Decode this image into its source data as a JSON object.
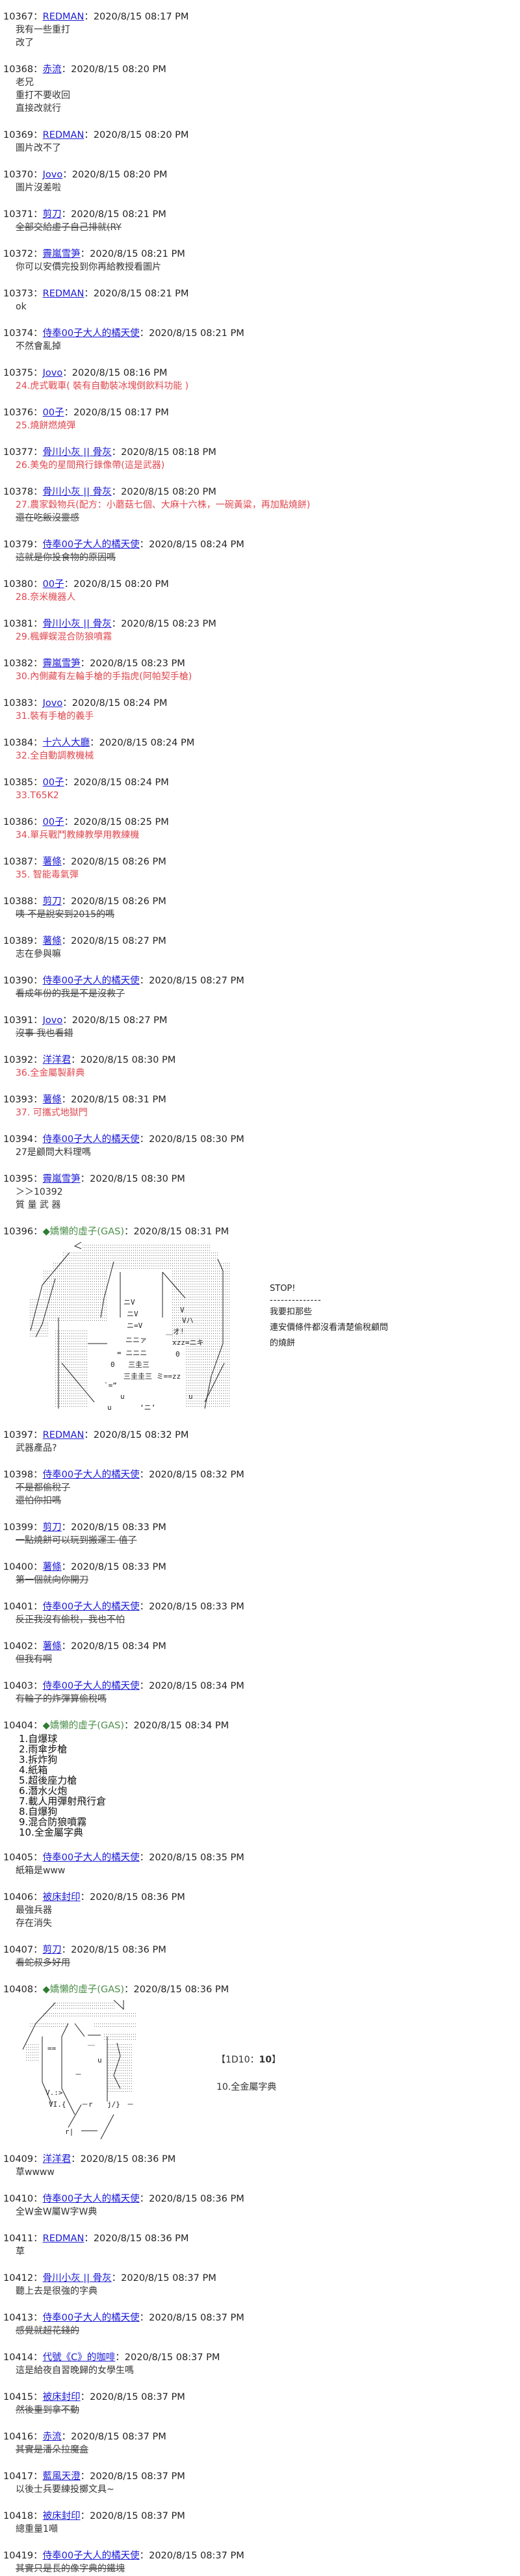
{
  "thread": {
    "posts": [
      {
        "no": "10367",
        "author": "REDMAN",
        "time": "2020/8/15 08:17 PM",
        "lines": [
          {
            "t": "我有一些重打"
          },
          {
            "t": "改了"
          }
        ]
      },
      {
        "no": "10368",
        "author": "赤流",
        "time": "2020/8/15 08:20 PM",
        "lines": [
          {
            "t": "老兄"
          },
          {
            "t": "重打不要收回"
          },
          {
            "t": "直接改就行"
          }
        ]
      },
      {
        "no": "10369",
        "author": "REDMAN",
        "time": "2020/8/15 08:20 PM",
        "lines": [
          {
            "t": "圖片改不了"
          }
        ]
      },
      {
        "no": "10370",
        "author": "Jovo",
        "time": "2020/8/15 08:20 PM",
        "lines": [
          {
            "t": "圖片沒差啦"
          }
        ]
      },
      {
        "no": "10371",
        "author": "剪刀",
        "time": "2020/8/15 08:21 PM",
        "lines": [
          {
            "t": "全部交給虛子自己排就(RY",
            "s": "del"
          }
        ]
      },
      {
        "no": "10372",
        "author": "霽嵐雪笋",
        "time": "2020/8/15 08:21 PM",
        "lines": [
          {
            "t": "你可以安價完投到你再給教授看圖片"
          }
        ]
      },
      {
        "no": "10373",
        "author": "REDMAN",
        "time": "2020/8/15 08:21 PM",
        "lines": [
          {
            "t": "ok"
          }
        ]
      },
      {
        "no": "10374",
        "author": "侍奉00子大人的橘天使",
        "time": "2020/8/15 08:21 PM",
        "lines": [
          {
            "t": "不然會亂掉"
          }
        ]
      },
      {
        "no": "10375",
        "author": "Jovo",
        "time": "2020/8/15 08:16 PM",
        "lines": [
          {
            "t": "24.虎式戰車( 裝有自動裝冰塊倒飲料功能 )",
            "s": "red"
          }
        ]
      },
      {
        "no": "10376",
        "author": "00子",
        "time": "2020/8/15 08:17 PM",
        "lines": [
          {
            "t": "25.燒餅燃燒彈",
            "s": "red"
          }
        ]
      },
      {
        "no": "10377",
        "author": "骨川小灰 || 骨灰",
        "time": "2020/8/15 08:18 PM",
        "lines": [
          {
            "t": "26.美兔的星間飛行錄像帶(這是武器)",
            "s": "red"
          }
        ]
      },
      {
        "no": "10378",
        "author": "骨川小灰 || 骨灰",
        "time": "2020/8/15 08:20 PM",
        "lines": [
          {
            "t": "27.農家穀物兵(配方：小蘑菇七個、大麻十六株，一碗黃粱，再加點燒餅)",
            "s": "red"
          },
          {
            "t": "還在吃飯沒靈感",
            "s": "del"
          }
        ]
      },
      {
        "no": "10379",
        "author": "侍奉00子大人的橘天使",
        "time": "2020/8/15 08:24 PM",
        "lines": [
          {
            "t": "這就是你投食物的原因嗎",
            "s": "del"
          }
        ]
      },
      {
        "no": "10380",
        "author": "00子",
        "time": "2020/8/15 08:20 PM",
        "lines": [
          {
            "t": "28.奈米機器人",
            "s": "red"
          }
        ]
      },
      {
        "no": "10381",
        "author": "骨川小灰 || 骨灰",
        "time": "2020/8/15 08:23 PM",
        "lines": [
          {
            "t": "29.楓蟬蜈混合防狼噴霧",
            "s": "red"
          }
        ]
      },
      {
        "no": "10382",
        "author": "霽嵐雪笋",
        "time": "2020/8/15 08:23 PM",
        "lines": [
          {
            "t": "30.內側藏有左輪手槍的手指虎(阿帕契手槍)",
            "s": "red"
          }
        ]
      },
      {
        "no": "10383",
        "author": "Jovo",
        "time": "2020/8/15 08:24 PM",
        "lines": [
          {
            "t": "31.裝有手槍的義手",
            "s": "red"
          }
        ]
      },
      {
        "no": "10384",
        "author": "十六人大廳",
        "time": "2020/8/15 08:24 PM",
        "lines": [
          {
            "t": "32.全自動調教機械",
            "s": "red"
          }
        ]
      },
      {
        "no": "10385",
        "author": "00子",
        "time": "2020/8/15 08:24 PM",
        "lines": [
          {
            "t": "33.T65K2",
            "s": "red"
          }
        ]
      },
      {
        "no": "10386",
        "author": "00子",
        "time": "2020/8/15 08:25 PM",
        "lines": [
          {
            "t": "34.單兵戰鬥教練教學用教練機",
            "s": "red"
          }
        ]
      },
      {
        "no": "10387",
        "author": "薯條",
        "time": "2020/8/15 08:26 PM",
        "lines": [
          {
            "t": "35. 智能毒氣彈",
            "s": "red"
          }
        ]
      },
      {
        "no": "10388",
        "author": "剪刀",
        "time": "2020/8/15 08:26 PM",
        "lines": [
          {
            "t": "咦 不是說安到2015的嗎",
            "s": "del"
          }
        ]
      },
      {
        "no": "10389",
        "author": "薯條",
        "time": "2020/8/15 08:27 PM",
        "lines": [
          {
            "t": "志在參與嘛"
          }
        ]
      },
      {
        "no": "10390",
        "author": "侍奉00子大人的橘天使",
        "time": "2020/8/15 08:27 PM",
        "lines": [
          {
            "t": "看成年份的我是不是沒救了",
            "s": "del"
          }
        ]
      },
      {
        "no": "10391",
        "author": "Jovo",
        "time": "2020/8/15 08:27 PM",
        "lines": [
          {
            "t": "沒事 我也看錯",
            "s": "del"
          }
        ]
      },
      {
        "no": "10392",
        "author": "洋洋君",
        "time": "2020/8/15 08:30 PM",
        "lines": [
          {
            "t": "36.全金屬製辭典",
            "s": "red"
          }
        ]
      },
      {
        "no": "10393",
        "author": "薯條",
        "time": "2020/8/15 08:31 PM",
        "lines": [
          {
            "t": "37. 可攜式地獄門",
            "s": "red"
          }
        ]
      },
      {
        "no": "10394",
        "author": "侍奉00子大人的橘天使",
        "time": "2020/8/15 08:30 PM",
        "lines": [
          {
            "t": "27是顧問大料理嗎"
          }
        ]
      },
      {
        "no": "10395",
        "author": "霽嵐雪笋",
        "time": "2020/8/15 08:30 PM",
        "lines": [
          {
            "t": "＞＞10392"
          },
          {
            "t": "質 量 武 器"
          }
        ]
      }
    ],
    "gm_post_1": {
      "no": "10396",
      "author": "◆嬌懶的虛子(GAS)",
      "author_mark": "◆",
      "author_name": "嬌懶的虛子(GAS)",
      "time": "2020/8/15 08:31 PM",
      "side_text": {
        "title": "STOP!",
        "dashes": "--------------",
        "lines": [
          "我要扣那些",
          "連安價條件都沒看清楚偷稅顧問",
          "的燒餅"
        ]
      }
    },
    "posts_2": [
      {
        "no": "10397",
        "author": "REDMAN",
        "time": "2020/8/15 08:32 PM",
        "lines": [
          {
            "t": "武器產品?"
          }
        ]
      },
      {
        "no": "10398",
        "author": "侍奉00子大人的橘天使",
        "time": "2020/8/15 08:32 PM",
        "lines": [
          {
            "t": "不是都偷稅了",
            "s": "del"
          },
          {
            "t": "還怕你扣嗎",
            "s": "del"
          }
        ]
      },
      {
        "no": "10399",
        "author": "剪刀",
        "time": "2020/8/15 08:33 PM",
        "lines": [
          {
            "t": "一點燒餅可以玩到搬運工 值了",
            "s": "del"
          }
        ]
      },
      {
        "no": "10400",
        "author": "薯條",
        "time": "2020/8/15 08:33 PM",
        "lines": [
          {
            "t": "第一個就向你開刀",
            "s": "del"
          }
        ]
      },
      {
        "no": "10401",
        "author": "侍奉00子大人的橘天使",
        "time": "2020/8/15 08:33 PM",
        "lines": [
          {
            "t": "反正我沒有偷稅，我也不怕",
            "s": "del"
          }
        ]
      },
      {
        "no": "10402",
        "author": "薯條",
        "time": "2020/8/15 08:34 PM",
        "lines": [
          {
            "t": "但我有啊",
            "s": "del"
          }
        ]
      },
      {
        "no": "10403",
        "author": "侍奉00子大人的橘天使",
        "time": "2020/8/15 08:34 PM",
        "lines": [
          {
            "t": "有輪子的炸彈算偷稅嗎",
            "s": "del"
          }
        ]
      }
    ],
    "gm_post_2": {
      "no": "10404",
      "author_mark": "◆",
      "author_name": "嬌懶的虛子(GAS)",
      "time": "2020/8/15 08:34 PM",
      "list": [
        "1.自爆球",
        "2.雨傘步槍",
        "3.拆炸狗",
        "4.紙箱",
        "5.超後座力槍",
        "6.潛水火炮",
        "7.載人用彈射飛行倉",
        "8.自爆狗",
        "9.混合防狼噴霧",
        "10.全金屬字典"
      ]
    },
    "posts_3": [
      {
        "no": "10405",
        "author": "侍奉00子大人的橘天使",
        "time": "2020/8/15 08:35 PM",
        "lines": [
          {
            "t": "紙箱是www"
          }
        ]
      },
      {
        "no": "10406",
        "author": "被床封印",
        "time": "2020/8/15 08:36 PM",
        "lines": [
          {
            "t": "最強兵器"
          },
          {
            "t": "存在消失"
          }
        ]
      },
      {
        "no": "10407",
        "author": "剪刀",
        "time": "2020/8/15 08:36 PM",
        "lines": [
          {
            "t": "看蛇叔多好用",
            "s": "del"
          }
        ]
      }
    ],
    "gm_post_3": {
      "no": "10408",
      "author_mark": "◆",
      "author_name": "嬌懶的虛子(GAS)",
      "time": "2020/8/15 08:36 PM",
      "dice_open": "【1D10：",
      "dice_value": "10",
      "dice_close": "】",
      "result": "10.全金屬字典"
    },
    "posts_4": [
      {
        "no": "10409",
        "author": "洋洋君",
        "time": "2020/8/15 08:36 PM",
        "lines": [
          {
            "t": "草wwww"
          }
        ]
      },
      {
        "no": "10410",
        "author": "侍奉00子大人的橘天使",
        "time": "2020/8/15 08:36 PM",
        "lines": [
          {
            "t": "全W金W屬W字W典"
          }
        ]
      },
      {
        "no": "10411",
        "author": "REDMAN",
        "time": "2020/8/15 08:36 PM",
        "lines": [
          {
            "t": "草"
          }
        ]
      },
      {
        "no": "10412",
        "author": "骨川小灰 || 骨灰",
        "time": "2020/8/15 08:37 PM",
        "lines": [
          {
            "t": "聽上去是很強的字典"
          }
        ]
      },
      {
        "no": "10413",
        "author": "侍奉00子大人的橘天使",
        "time": "2020/8/15 08:37 PM",
        "lines": [
          {
            "t": "感覺就超花錢的",
            "s": "del"
          }
        ]
      },
      {
        "no": "10414",
        "author": "代號《C》的咖啡",
        "time": "2020/8/15 08:37 PM",
        "lines": [
          {
            "t": "這是給夜自習晚歸的女學生嗎"
          }
        ]
      },
      {
        "no": "10415",
        "author": "被床封印",
        "time": "2020/8/15 08:37 PM",
        "lines": [
          {
            "t": "然後重到拿不動",
            "s": "del"
          }
        ]
      },
      {
        "no": "10416",
        "author": "赤流",
        "time": "2020/8/15 08:37 PM",
        "lines": [
          {
            "t": "其實是潘朵拉魔盒",
            "s": "del"
          }
        ]
      },
      {
        "no": "10417",
        "author": "藍風天澄",
        "time": "2020/8/15 08:37 PM",
        "lines": [
          {
            "t": "以後士兵要練投擲文具~"
          }
        ]
      },
      {
        "no": "10418",
        "author": "被床封印",
        "time": "2020/8/15 08:37 PM",
        "lines": [
          {
            "t": "總重量1噸"
          }
        ]
      },
      {
        "no": "10419",
        "author": "侍奉00子大人的橘天使",
        "time": "2020/8/15 08:37 PM",
        "lines": [
          {
            "t": "其實只是長的像字典的鐵塊",
            "s": "del"
          }
        ]
      }
    ],
    "separator": "："
  },
  "colors": {
    "link": "#1a1ad6",
    "gm_name": "#4a8f4a",
    "gm_diamond": "#2e7d32",
    "red_text": "#e0484f",
    "text": "#222222"
  }
}
